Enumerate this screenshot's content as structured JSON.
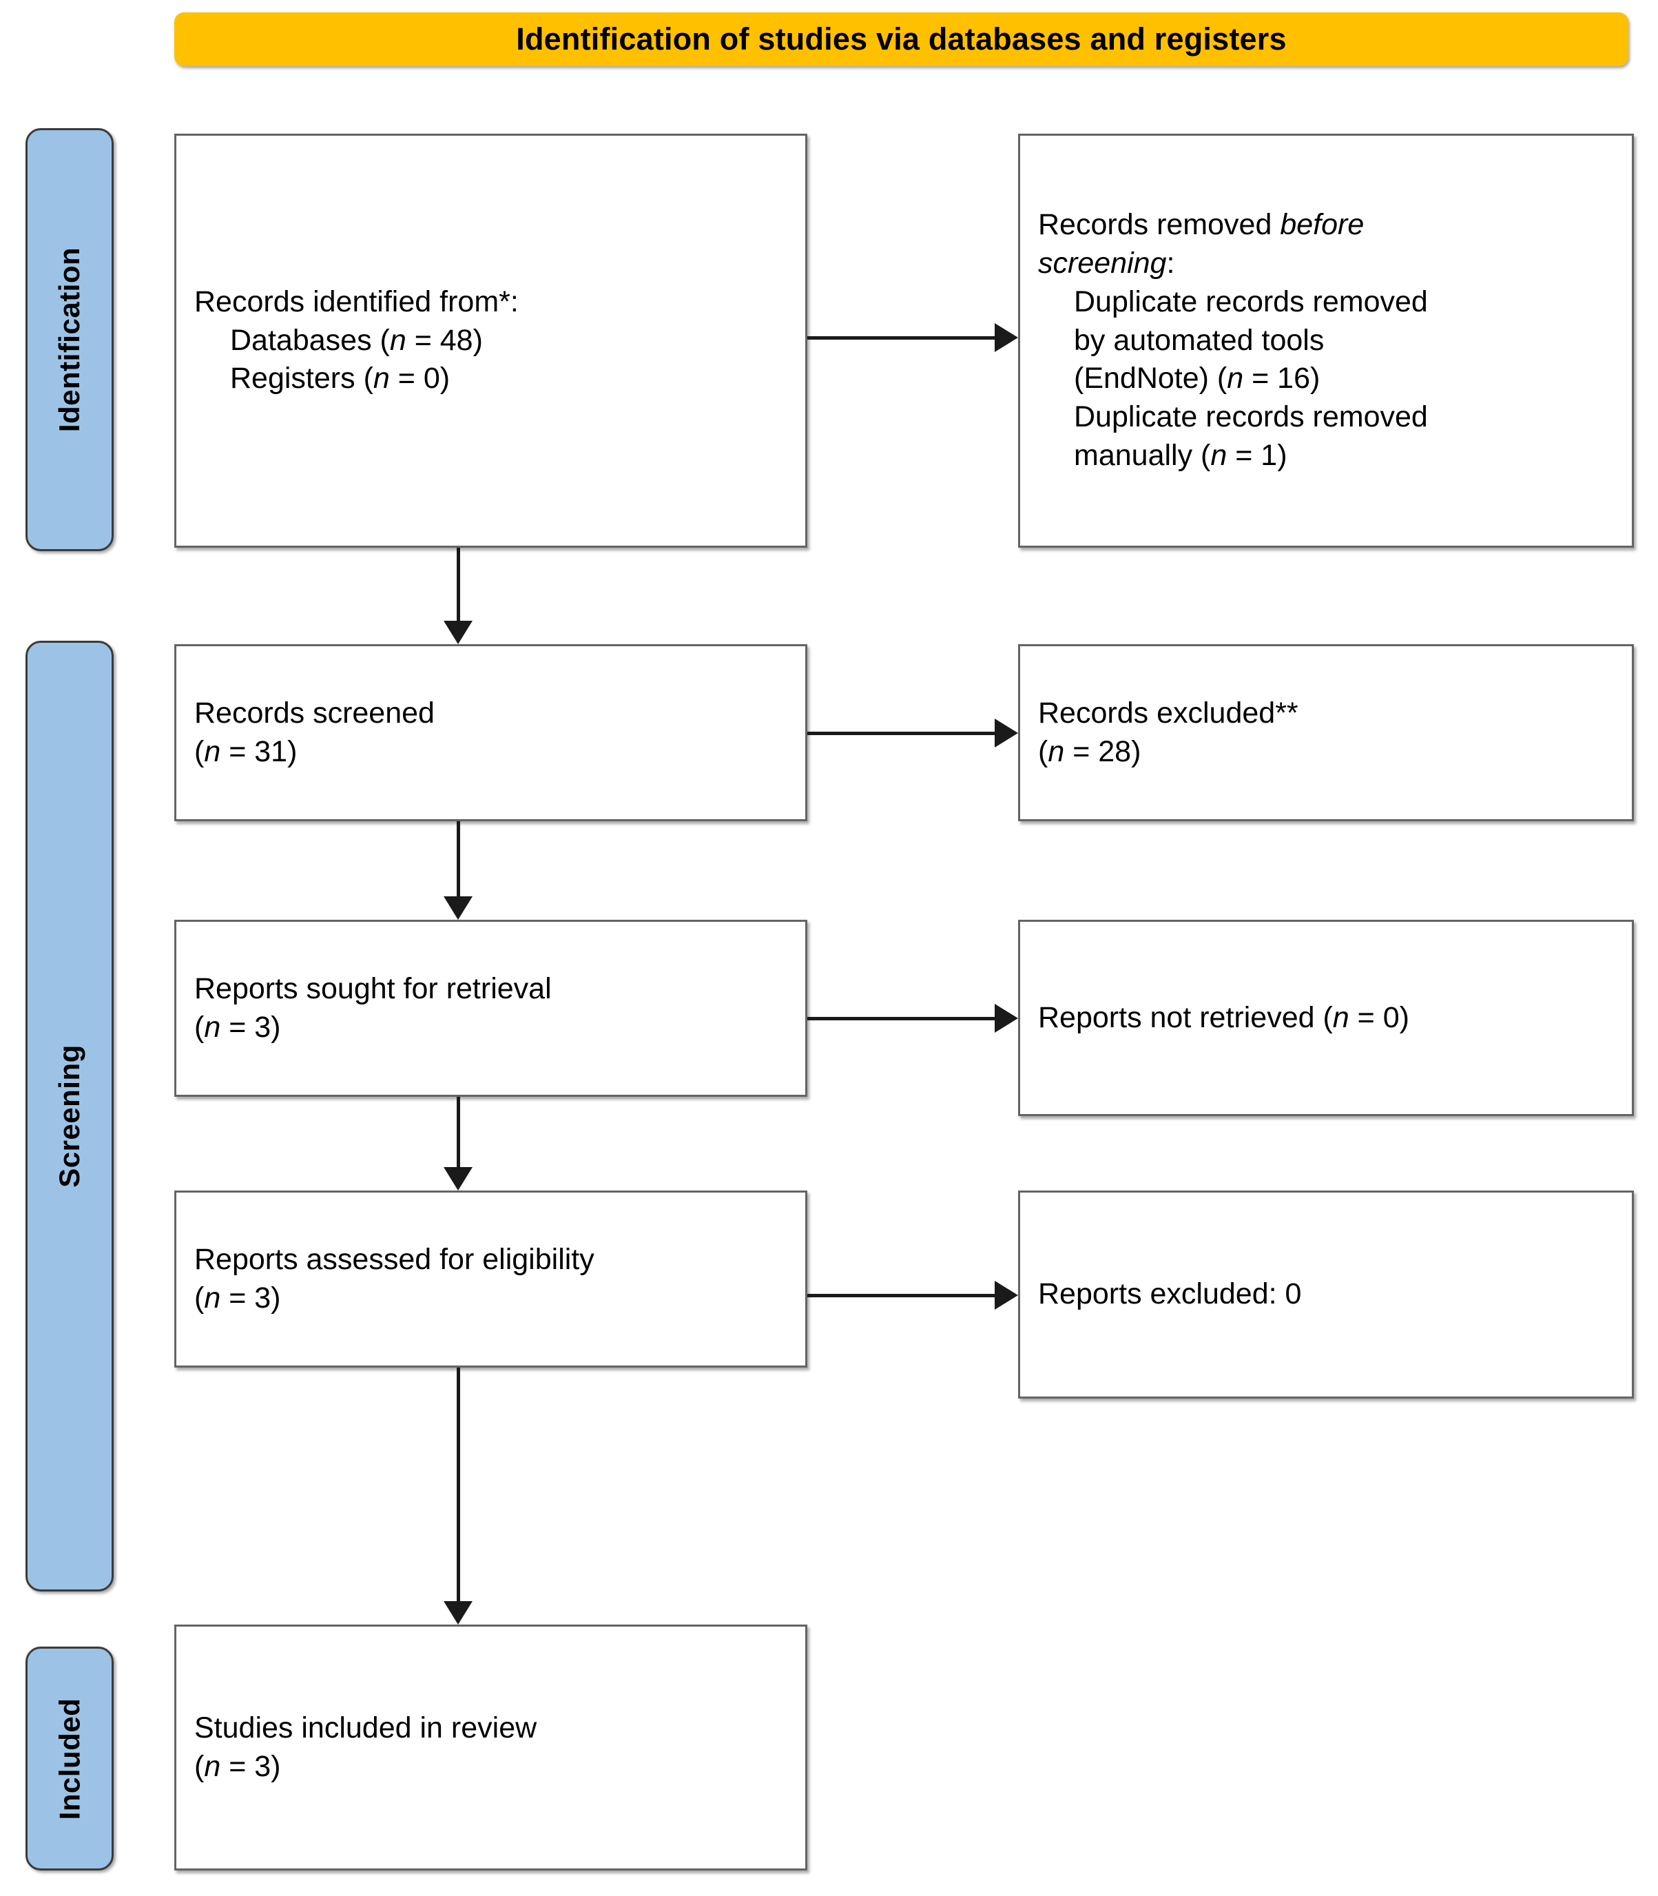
{
  "diagram": {
    "title": "Identification of studies via databases and registers",
    "colors": {
      "header_background": "#FFC000",
      "stage_label_background": "#9CC3E5",
      "box_border": "#646464",
      "arrow": "#1A1A1A",
      "text": "#000000"
    }
  },
  "stages": [
    {
      "label": "Identification"
    },
    {
      "label": "Screening"
    },
    {
      "label": "Included"
    }
  ],
  "boxes": {
    "records_identified": {
      "line1": "Records identified from*:",
      "line2": "Databases (n = 48)",
      "line3": "Registers (n = 0)"
    },
    "records_removed": {
      "line1_plain": "Records removed ",
      "line1_italic": "before",
      "line2_italic": "screening",
      "line2_colon": ":",
      "line3": "Duplicate records removed",
      "line4": "by automated tools",
      "line5": "(EndNote) (n = 16)",
      "line6": "Duplicate records removed",
      "line7": "manually (n = 1)"
    },
    "records_screened": {
      "line1": "Records screened",
      "line2": "(n = 31)"
    },
    "records_excluded": {
      "line1": "Records excluded**",
      "line2": "(n = 28)"
    },
    "reports_sought": {
      "line1": "Reports sought for retrieval",
      "line2": "(n = 3)"
    },
    "reports_not_retrieved": {
      "line1": "Reports not retrieved (n = 0)"
    },
    "reports_assessed": {
      "line1": "Reports assessed for eligibility",
      "line2": "(n = 3)"
    },
    "reports_excluded": {
      "line1": "Reports excluded: 0"
    },
    "studies_included": {
      "line1": "Studies included in review",
      "line2": "(n = 3)"
    }
  },
  "counts": {
    "databases": 48,
    "registers": 0,
    "duplicates_automated_endnote": 16,
    "duplicates_manual": 1,
    "records_screened": 31,
    "records_excluded": 28,
    "reports_sought": 3,
    "reports_not_retrieved": 0,
    "reports_assessed": 3,
    "reports_excluded": 0,
    "studies_included": 3
  }
}
